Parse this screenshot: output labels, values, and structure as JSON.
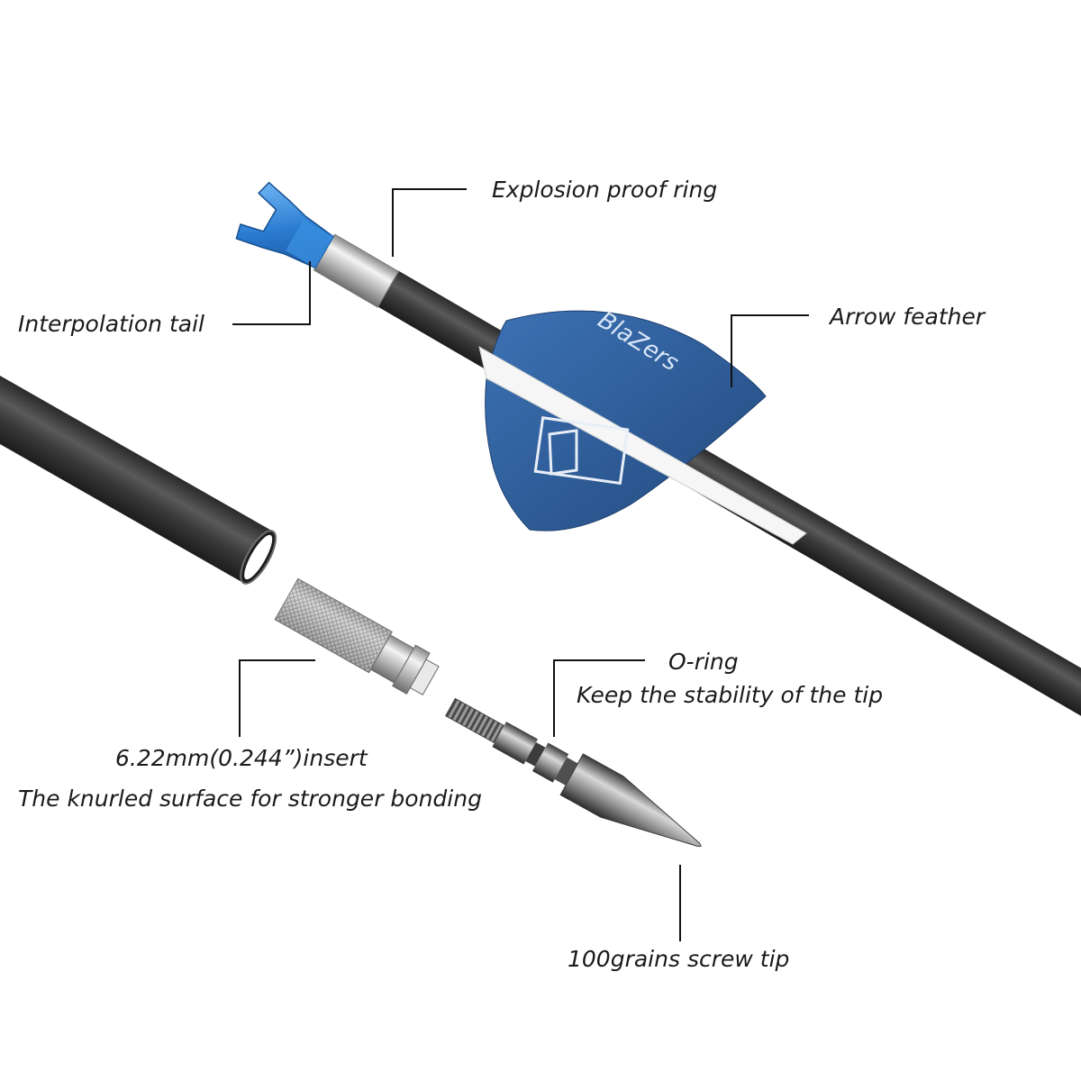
{
  "labels": {
    "explosion_proof_ring": "Explosion proof ring",
    "interpolation_tail": "Interpolation tail",
    "arrow_feather": "Arrow feather",
    "o_ring": "O-ring",
    "o_ring_desc": "Keep the stability of the tip",
    "insert": "6.22mm(0.244”)insert",
    "insert_desc": "The knurled surface for stronger bonding",
    "screw_tip": "100grains screw tip"
  },
  "vane_text": "BlaZers",
  "colors": {
    "shaft": "#3d3d3d",
    "vane": "#2f5f9c",
    "nock": "#2a7bd0",
    "leader_line": "#111111"
  }
}
